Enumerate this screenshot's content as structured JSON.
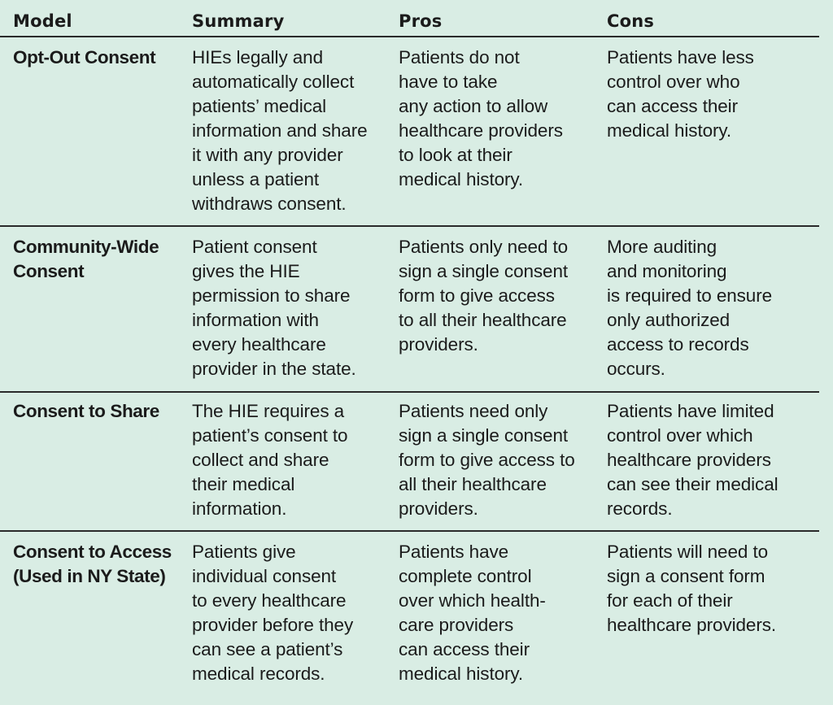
{
  "table": {
    "headers": [
      "Model",
      "Summary",
      "Pros",
      "Cons"
    ],
    "rows": [
      {
        "model": "Opt-Out Consent",
        "summary": "HIEs legally and\nautomatically collect\npatients’ medical\ninformation and share\nit with any provider\nunless a patient\nwithdraws consent.",
        "pros": "Patients do not\nhave to take\nany action to allow\nhealthcare providers\nto look at their\nmedical history.",
        "cons": "Patients have less\ncontrol over who\ncan access their\nmedical history."
      },
      {
        "model": "Community-Wide\nConsent",
        "summary": "Patient consent\ngives the HIE\npermission to share\ninformation with\nevery healthcare\nprovider in the state.",
        "pros": "Patients only need to\nsign a single consent\nform to give access\nto all their healthcare\nproviders.",
        "cons": "More auditing\nand monitoring\nis required to ensure\nonly authorized\naccess to records\noccurs."
      },
      {
        "model": "Consent to Share",
        "summary": "The HIE requires a\npatient’s consent to\ncollect and share\ntheir medical\ninformation.",
        "pros": "Patients need only\nsign a single consent\nform to give access to\nall their healthcare\nproviders.",
        "cons": "Patients have limited\ncontrol over which\nhealthcare providers\ncan see their medical\nrecords."
      },
      {
        "model": "Consent to Access\n(Used in NY State)",
        "summary": "Patients give\nindividual consent\nto every healthcare\nprovider before they\ncan see a patient’s\nmedical records.",
        "pros": "Patients have\ncomplete control\nover which health-\ncare providers\ncan access their\nmedical history.",
        "cons": "Patients will need to\nsign a consent form\nfor each of their\nhealthcare providers."
      }
    ]
  }
}
